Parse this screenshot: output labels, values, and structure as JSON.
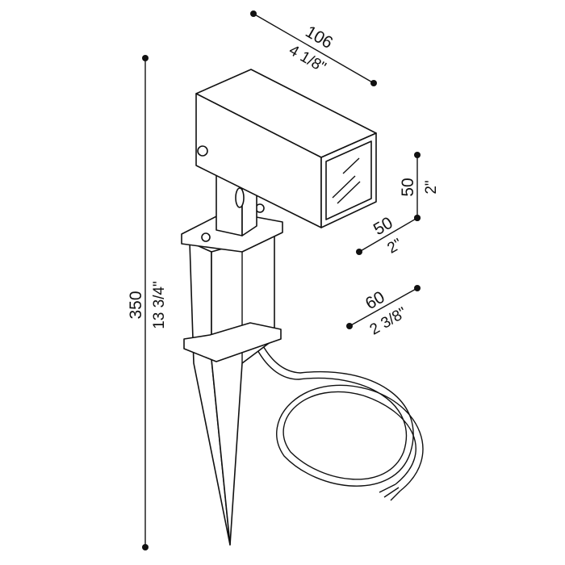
{
  "dimensions": {
    "length": {
      "mm": "106",
      "inch": "4 1/8\""
    },
    "height": {
      "mm": "50",
      "inch": "2\""
    },
    "width": {
      "mm": "50",
      "inch": "2\""
    },
    "plate": {
      "mm": "60",
      "inch": "2 3/8\""
    },
    "total": {
      "mm": "350",
      "inch": "13 3/4\""
    }
  }
}
